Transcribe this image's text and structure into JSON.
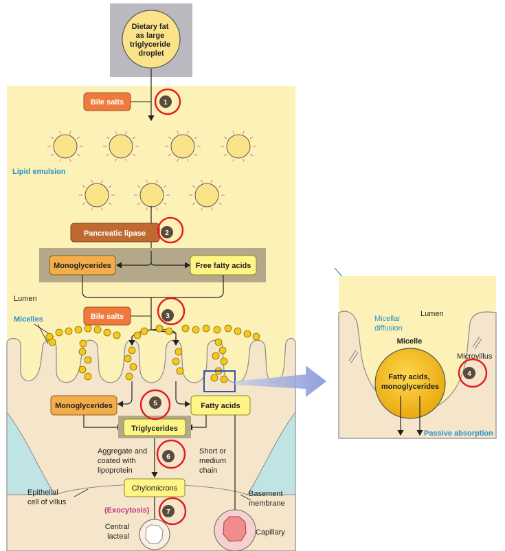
{
  "source": {
    "lines": [
      "Dietary fat",
      "as large",
      "triglyceride",
      "droplet"
    ]
  },
  "labels": {
    "bile_salts_1": "Bile salts",
    "lipid_emulsion": "Lipid emulsion",
    "pancreatic_lipase": "Pancreatic lipase",
    "monoglycerides_top": "Monoglycerides",
    "free_fatty_acids": "Free fatty acids",
    "lumen": "Lumen",
    "micelles": "Micelles",
    "bile_salts_2": "Bile salts",
    "monoglycerides_cell": "Monoglycerides",
    "fatty_acids": "Fatty acids",
    "triglycerides": "Triglycerides",
    "aggregate": [
      "Aggregate and",
      "coated with",
      "lipoprotein"
    ],
    "short_medium": [
      "Short or",
      "medium",
      "chain"
    ],
    "chylomicrons": "Chylomicrons",
    "exocytosis": "(Exocytosis)",
    "epithelial": [
      "Epithelial",
      "cell of villus"
    ],
    "basement": [
      "Basement",
      "membrane"
    ],
    "central_lacteal": [
      "Central",
      "lacteal"
    ],
    "capillary": "Capillary"
  },
  "steps": [
    "1",
    "2",
    "3",
    "4",
    "5",
    "6",
    "7"
  ],
  "inset": {
    "lumen": "Lumen",
    "micellar_diffusion": [
      "Micellar",
      "diffusion"
    ],
    "micelle": "Micelle",
    "micelle_content": [
      "Fatty acids,",
      "monoglycerides"
    ],
    "microvillus": "Microvillus",
    "passive_absorption": "Passive absorption"
  },
  "colors": {
    "panel_bg": "#fcf2b8",
    "gray_box": "#b9b9bf",
    "droplet": "#fbe389",
    "bile_salts": "#ef7a3e",
    "pancreatic_lipase": "#c06a31",
    "monoglycerides": "#f3ad4a",
    "fatty_acids": "#fff587",
    "cell_fill": "#f5e6cb",
    "interstitial": "#bfe4e3",
    "micelle_dot": "#f5c81c",
    "step_circle": "#e31b23",
    "accent_blue": "#2a8fc4",
    "exocytosis": "#c0357d",
    "capillary": "#f08c8c"
  }
}
